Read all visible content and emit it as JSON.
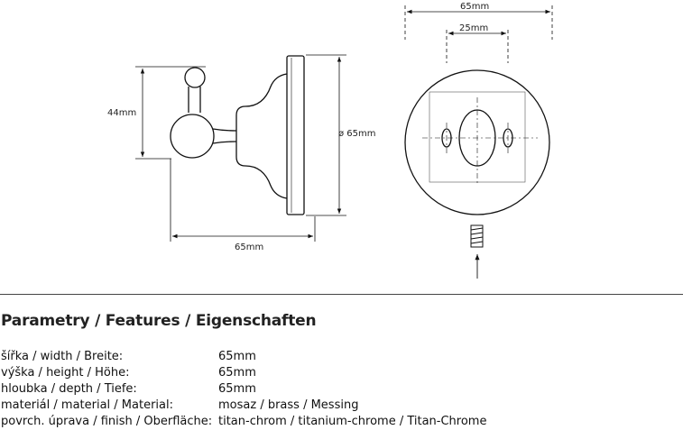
{
  "drawing": {
    "side_view": {
      "height_label": "44mm",
      "depth_label": "65mm",
      "diameter_label": "ø 65mm"
    },
    "front_view": {
      "width_label": "65mm",
      "hole_spacing_label": "25mm"
    }
  },
  "spec": {
    "title": "Parametry / Features / Eigenschaften",
    "rows": [
      {
        "label": "šířka / width / Breite:",
        "value": "65mm"
      },
      {
        "label": "výška / height / Höhe:",
        "value": "65mm"
      },
      {
        "label": "hloubka / depth / Tiefe:",
        "value": "65mm"
      },
      {
        "label": "materiál / material / Material:",
        "value": "mosaz / brass / Messing"
      },
      {
        "label": "povrch. úprava / finish / Oberfläche:",
        "value": "titan-chrom / titanium-chrome / Titan-Chrome"
      }
    ]
  }
}
